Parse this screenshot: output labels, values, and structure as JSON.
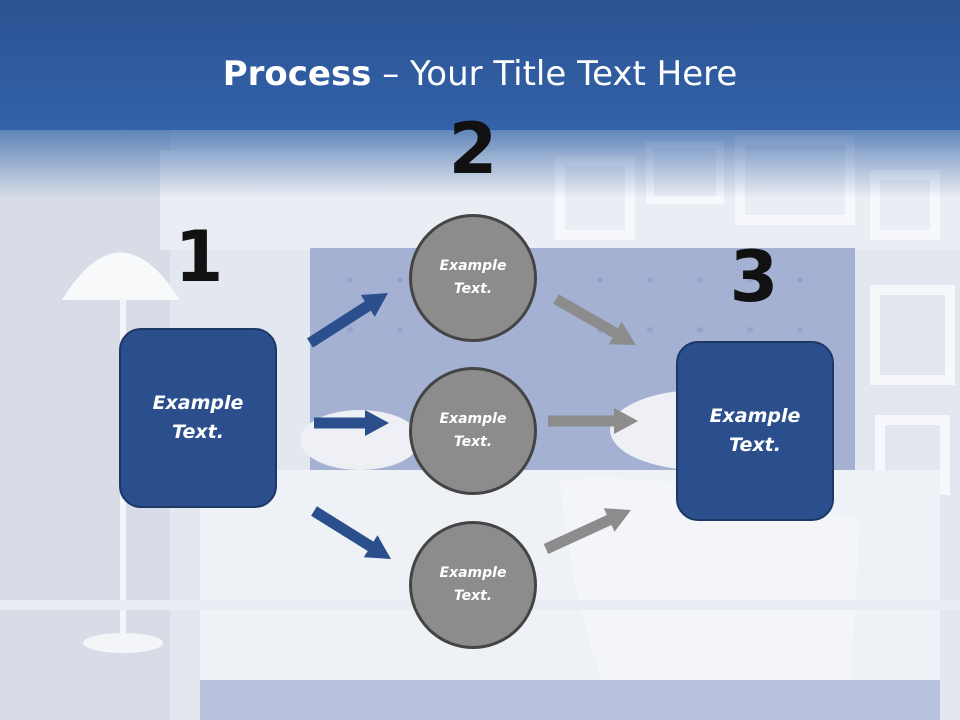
{
  "title": {
    "bold": "Process",
    "rest": " – Your Title Text Here"
  },
  "steps": {
    "one": "1",
    "two": "2",
    "three": "3"
  },
  "left_box": {
    "text": "Example\nText."
  },
  "right_box": {
    "text": "Example\nText."
  },
  "circles": [
    {
      "text": "Example\nText."
    },
    {
      "text": "Example\nText."
    },
    {
      "text": "Example\nText."
    }
  ],
  "colors": {
    "header": "#2c5393",
    "box": "#2b4f8c",
    "circle": "#8c8c8c",
    "arrow_blue": "#2b4f8c",
    "arrow_gray": "#8c8c8c"
  },
  "icons": [
    "arrow-icon"
  ]
}
